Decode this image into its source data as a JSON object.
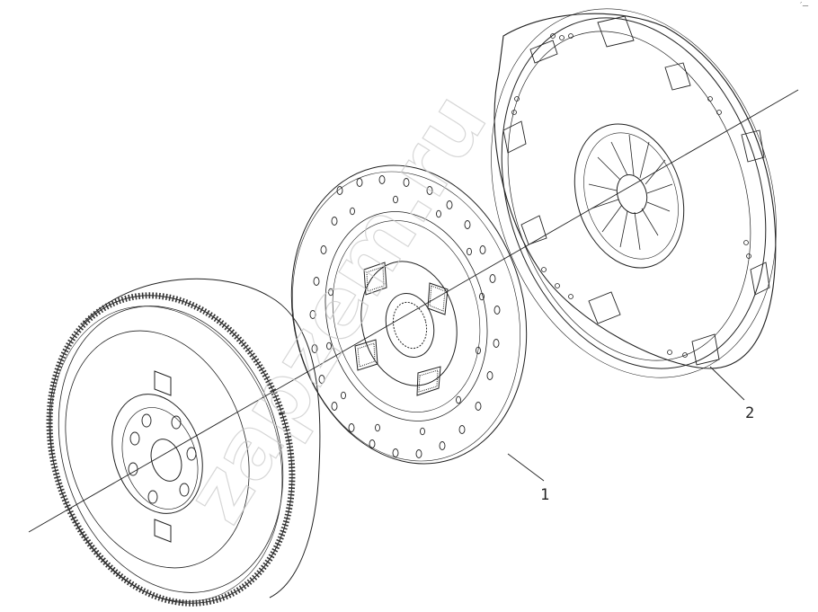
{
  "diagram": {
    "callouts": [
      {
        "id": "clutch-disc",
        "label": "1"
      },
      {
        "id": "pressure-plate",
        "label": "2"
      }
    ],
    "watermark": "zapzem.ru",
    "corner_mark": "´—",
    "colors": {
      "line": "#222222",
      "background": "#ffffff",
      "watermark": "#c9c9c9"
    }
  }
}
